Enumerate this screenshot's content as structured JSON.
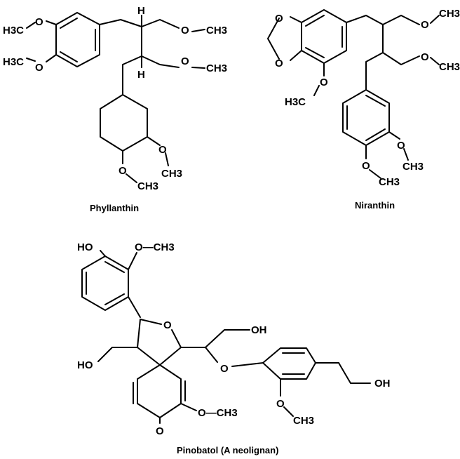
{
  "captions": {
    "phyllanthin": "Phyllanthin",
    "niranthin": "Niranthin",
    "pinobatol": "Pinobatol  (A neolignan)"
  },
  "phyllanthin": {
    "h3c_top": "H3C",
    "o_top": "O",
    "h3c_mid": "H3C",
    "o_mid": "O",
    "h_upper": "H",
    "h_lower": "H",
    "o_ch3_1": "O",
    "ch3_1": "CH3",
    "o_ch3_2": "O",
    "ch3_2": "CH3",
    "o_ring_right": "O",
    "ch3_ring_right": "CH3",
    "o_ring_bottom": "O",
    "ch3_ring_bottom": "CH3"
  },
  "niranthin": {
    "o_diox_top": "O",
    "o_diox_bot": "O",
    "o_side_1": "O",
    "ch3_side_1": "CH3",
    "o_side_2": "O",
    "ch3_side_2": "CH3",
    "o_methoxy": "O",
    "h3c_methoxy": "H3C",
    "o_ring_right": "O",
    "ch3_ring_right": "CH3",
    "o_ring_bottom": "O",
    "ch3_ring_bottom": "CH3"
  },
  "pinobatol": {
    "ho_top": "HO",
    "o_ch3_top": "O—CH3",
    "o_furan": "O",
    "oh_chain": "OH",
    "ho_left": "HO",
    "o_ether": "O",
    "oh_right": "OH",
    "o_ring_bottom": "O",
    "ch3_ring_bottom": "CH3",
    "o_dienone_methoxy": "O—CH3",
    "o_ketone": "O"
  }
}
